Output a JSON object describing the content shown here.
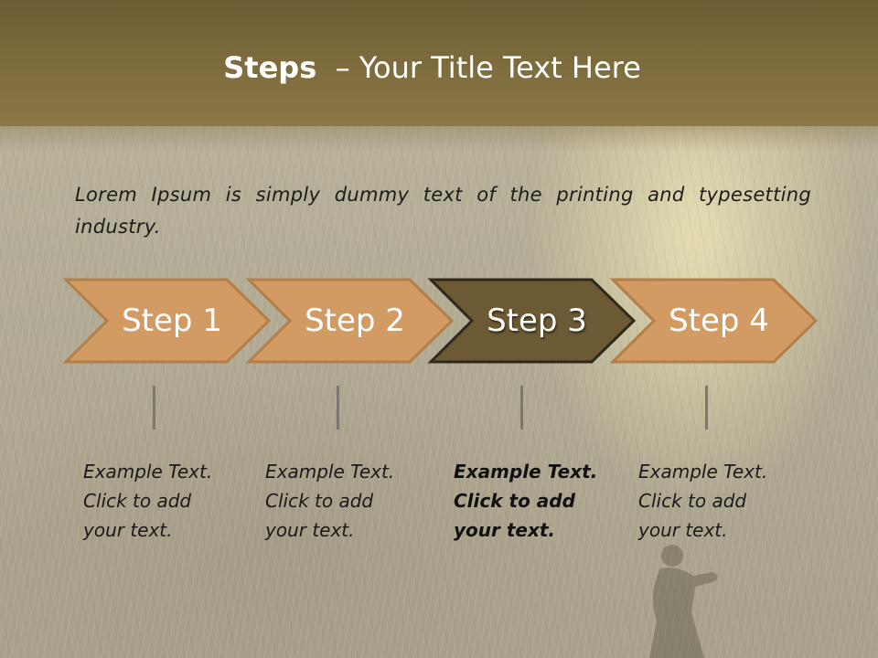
{
  "title": {
    "bold": "Steps",
    "rest": "– Your Title Text Here"
  },
  "intro": "Lorem Ipsum is simply dummy text of the printing and typesetting industry.",
  "steps": [
    {
      "label": "Step 1",
      "lines": [
        "Example Text.",
        "Click  to add",
        "your text."
      ]
    },
    {
      "label": "Step 2",
      "lines": [
        "Example Text.",
        "Click  to add",
        "your text."
      ]
    },
    {
      "label": "Step 3",
      "lines": [
        "Example Text.",
        "Click  to add",
        "your text."
      ]
    },
    {
      "label": "Step 4",
      "lines": [
        "Example Text.",
        "Click  to add",
        "your text."
      ]
    }
  ],
  "active_step": 3,
  "colors": {
    "header": "#7f6d3e",
    "step_fill": "#d29b63",
    "step_border": "#b47e49",
    "active_fill": "#6b5a34",
    "active_border": "#2f2a1c"
  }
}
